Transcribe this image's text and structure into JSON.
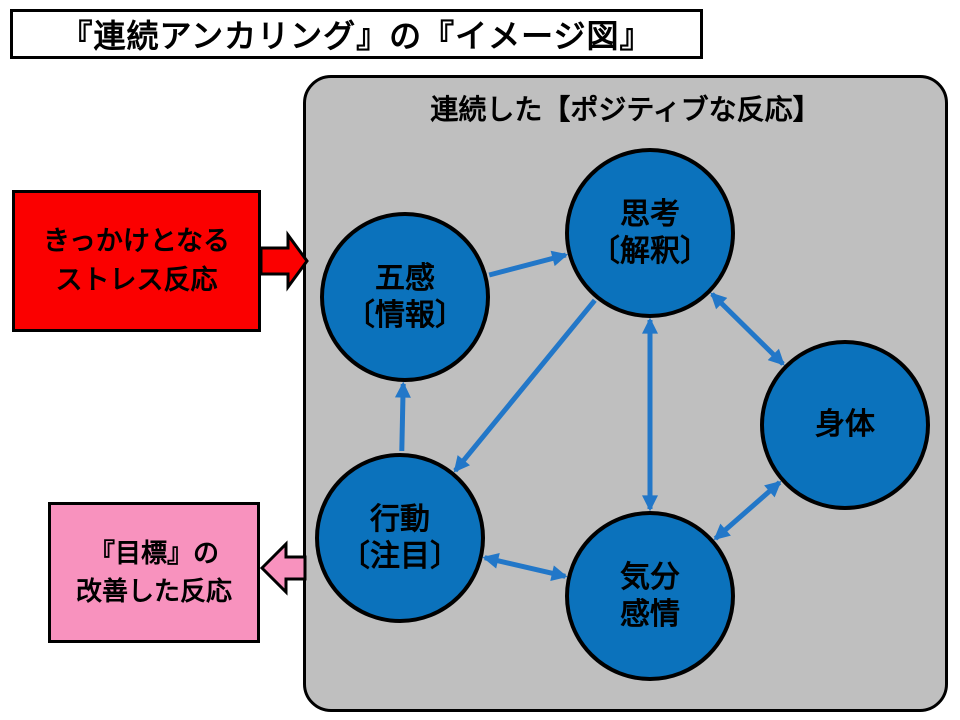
{
  "title": {
    "text": "『連続アンカリング』の『イメージ図』"
  },
  "panel": {
    "header": "連続した【ポジティブな反応】"
  },
  "stress_box": {
    "line1": "きっかけとなる",
    "line2": "ストレス反応"
  },
  "goal_box": {
    "line1": "『目標』の",
    "line2": "改善した反応"
  },
  "diagram": {
    "nodes": [
      {
        "id": "thought",
        "line1": "思考",
        "line2": "〔解釈〕"
      },
      {
        "id": "senses",
        "line1": "五感",
        "line2": "〔情報〕"
      },
      {
        "id": "body",
        "line1": "身体",
        "line2": ""
      },
      {
        "id": "action",
        "line1": "行動",
        "line2": "〔注目〕"
      },
      {
        "id": "mood",
        "line1": "気分",
        "line2": "感情"
      }
    ],
    "edges": [
      {
        "from": "senses",
        "to": "thought",
        "double": false
      },
      {
        "from": "thought",
        "to": "body",
        "double": true
      },
      {
        "from": "thought",
        "to": "mood",
        "double": true
      },
      {
        "from": "thought",
        "to": "action",
        "double": false
      },
      {
        "from": "action",
        "to": "mood",
        "double": true
      },
      {
        "from": "action",
        "to": "senses",
        "double": false
      },
      {
        "from": "mood",
        "to": "body",
        "double": true
      }
    ]
  },
  "colors": {
    "circle_fill": "#0B72BC",
    "arrow_blue": "#2277C8",
    "panel_gray": "#BFBFBF",
    "stress_red": "#FB0000",
    "goal_pink": "#F892BE"
  }
}
